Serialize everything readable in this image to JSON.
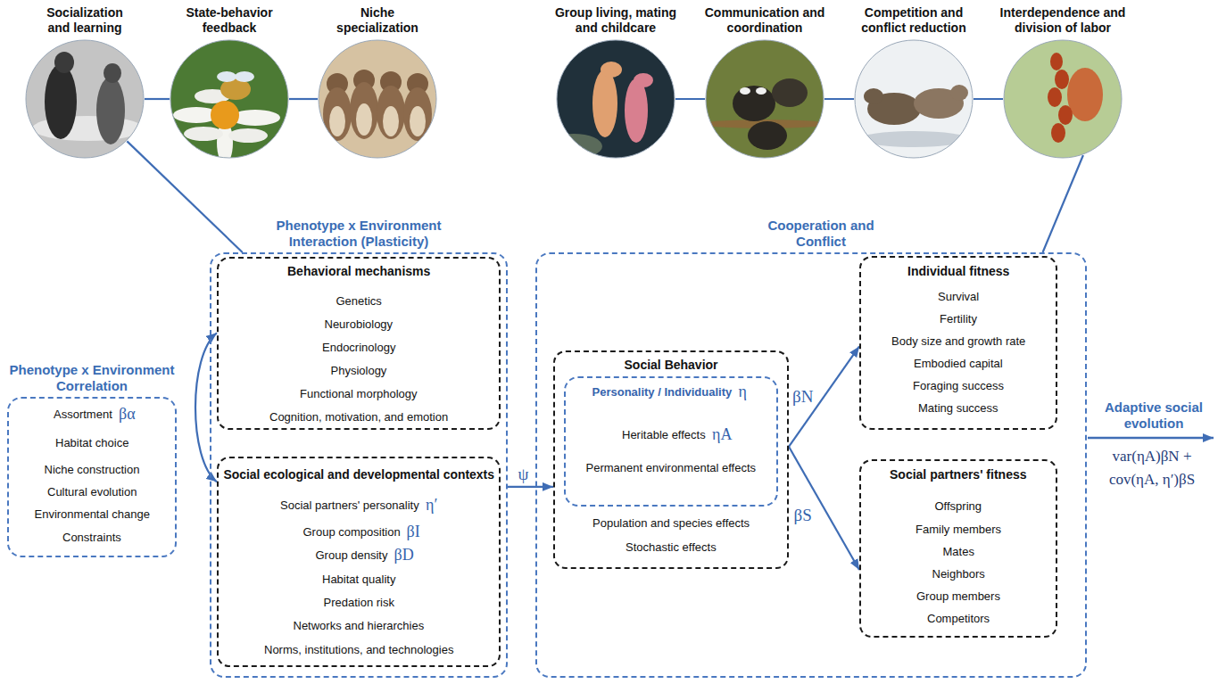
{
  "diagram": {
    "nodes": [
      {
        "text": [
          "Socialization and learning"
        ]
      },
      {
        "text": [
          "State-behavior feedback"
        ]
      },
      {
        "text": [
          "Niche specialization"
        ]
      },
      {
        "text": [
          "Group living, mating and childcare"
        ]
      },
      {
        "text": [
          "Communication and coordination"
        ]
      },
      {
        "text": [
          "Competition and conflict reduction"
        ]
      },
      {
        "text": [
          "Interdependence and division of labor"
        ]
      },
      {
        "text": [
          "Phenotype x Environment Correlation",
          "Assortment",
          "βα",
          "Habitat choice",
          "Niche construction",
          "Cultural evolution",
          "Environmental change",
          "Constraints"
        ]
      },
      {
        "text": [
          "Phenotype x Environment Interaction (Plasticity)"
        ]
      },
      {
        "text": [
          "Behavioral mechanisms",
          "Genetics",
          "Neurobiology",
          "Endocrinology",
          "Physiology",
          "Functional morphology",
          "Cognition, motivation, and emotion"
        ],
        "in": 8
      },
      {
        "text": [
          "Social ecological and developmental contexts",
          "Social partners' personality",
          "η′",
          "Group composition",
          "βI",
          "Group density",
          "βD",
          "Habitat quality",
          "Predation risk",
          "Networks and hierarchies",
          "Norms, institutions, and technologies"
        ],
        "in": 8
      },
      {
        "text": [
          "Cooperation and Conflict"
        ]
      },
      {
        "text": [
          "Social Behavior",
          "Population and species effects",
          "Stochastic effects"
        ],
        "in": 11
      },
      {
        "text": [
          "Personality / Individuality",
          "η",
          "Heritable effects",
          "ηA",
          "Permanent environmental effects"
        ],
        "in": 12
      },
      {
        "text": [
          "Individual fitness",
          "Survival",
          "Fertility",
          "Body size and growth rate",
          "Embodied capital",
          "Foraging success",
          "Mating success"
        ],
        "in": 11
      },
      {
        "text": [
          "Social partners' fitness",
          "Offspring",
          "Family members",
          "Mates",
          "Neighbors",
          "Group members",
          "Competitors"
        ],
        "in": 11
      }
    ],
    "edges": [
      {
        "from": 0,
        "to": 1,
        "arrow": "none"
      },
      {
        "from": 1,
        "to": 2,
        "arrow": "none"
      },
      {
        "from": 3,
        "to": 4,
        "arrow": "none"
      },
      {
        "from": 4,
        "to": 5,
        "arrow": "none"
      },
      {
        "from": 5,
        "to": 6,
        "arrow": "none"
      },
      {
        "from": 0,
        "to": 8,
        "arrow": "none"
      },
      {
        "from": 6,
        "to": 11,
        "arrow": "none"
      },
      {
        "from": 9,
        "to": 10,
        "arrow": "both"
      },
      {
        "from": 8,
        "to": 12,
        "label": "ψ",
        "arrow": "to"
      },
      {
        "from": 12,
        "to": 14,
        "label": "βN",
        "arrow": "to"
      },
      {
        "from": 12,
        "to": 15,
        "label": "βS",
        "arrow": "to"
      }
    ],
    "labels": [
      "Adaptive social evolution",
      "var(ηA)βN + cov(ηA, η′)βS"
    ]
  }
}
